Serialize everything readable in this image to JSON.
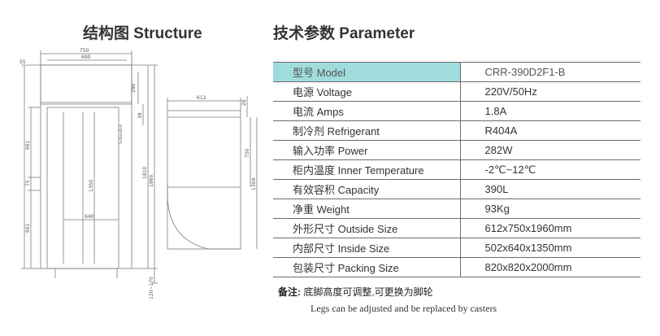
{
  "headings": {
    "structure": "结构图 Structure",
    "parameter": "技术参数 Parameter"
  },
  "drawing": {
    "front": {
      "w_total": "750",
      "w_body": "690",
      "left_55": "55",
      "top_290": "290",
      "top_38": "38",
      "h_661_upper": "661",
      "h_75": "75",
      "h_661_lower": "661",
      "inner_1350": "1350",
      "inner_640": "640",
      "h_1810": "1810",
      "h_1960": "1960",
      "legs": "120~170"
    },
    "side": {
      "w_612": "612",
      "d_28": "28",
      "h_750": "750",
      "h_1304": "1304"
    }
  },
  "parameters": [
    {
      "label": "型号 Model",
      "value": "CRR-390D2F1-B"
    },
    {
      "label": "电源 Voltage",
      "value": "220V/50Hz"
    },
    {
      "label": "电流 Amps",
      "value": "1.8A"
    },
    {
      "label": "制冷剂 Refrigerant",
      "value": "R404A"
    },
    {
      "label": "输入功率 Power",
      "value": "282W"
    },
    {
      "label": "柜内温度 Inner Temperature",
      "value": "-2℃~12℃"
    },
    {
      "label": "有效容积 Capacity",
      "value": "390L"
    },
    {
      "label": "净重 Weight",
      "value": "93Kg"
    },
    {
      "label": "外形尺寸 Outside Size",
      "value": "612x750x1960mm"
    },
    {
      "label": "内部尺寸 Inside Size",
      "value": "502x640x1350mm"
    },
    {
      "label": "包装尺寸 Packing Size",
      "value": "820x820x2000mm"
    }
  ],
  "note": {
    "label": "备注:",
    "cn": "底脚高度可调整,可更换为脚轮",
    "en": "Legs can be adjusted and be replaced by casters"
  },
  "colors": {
    "header_cell": "#9fdcdb",
    "rule": "#6c6c6c"
  }
}
